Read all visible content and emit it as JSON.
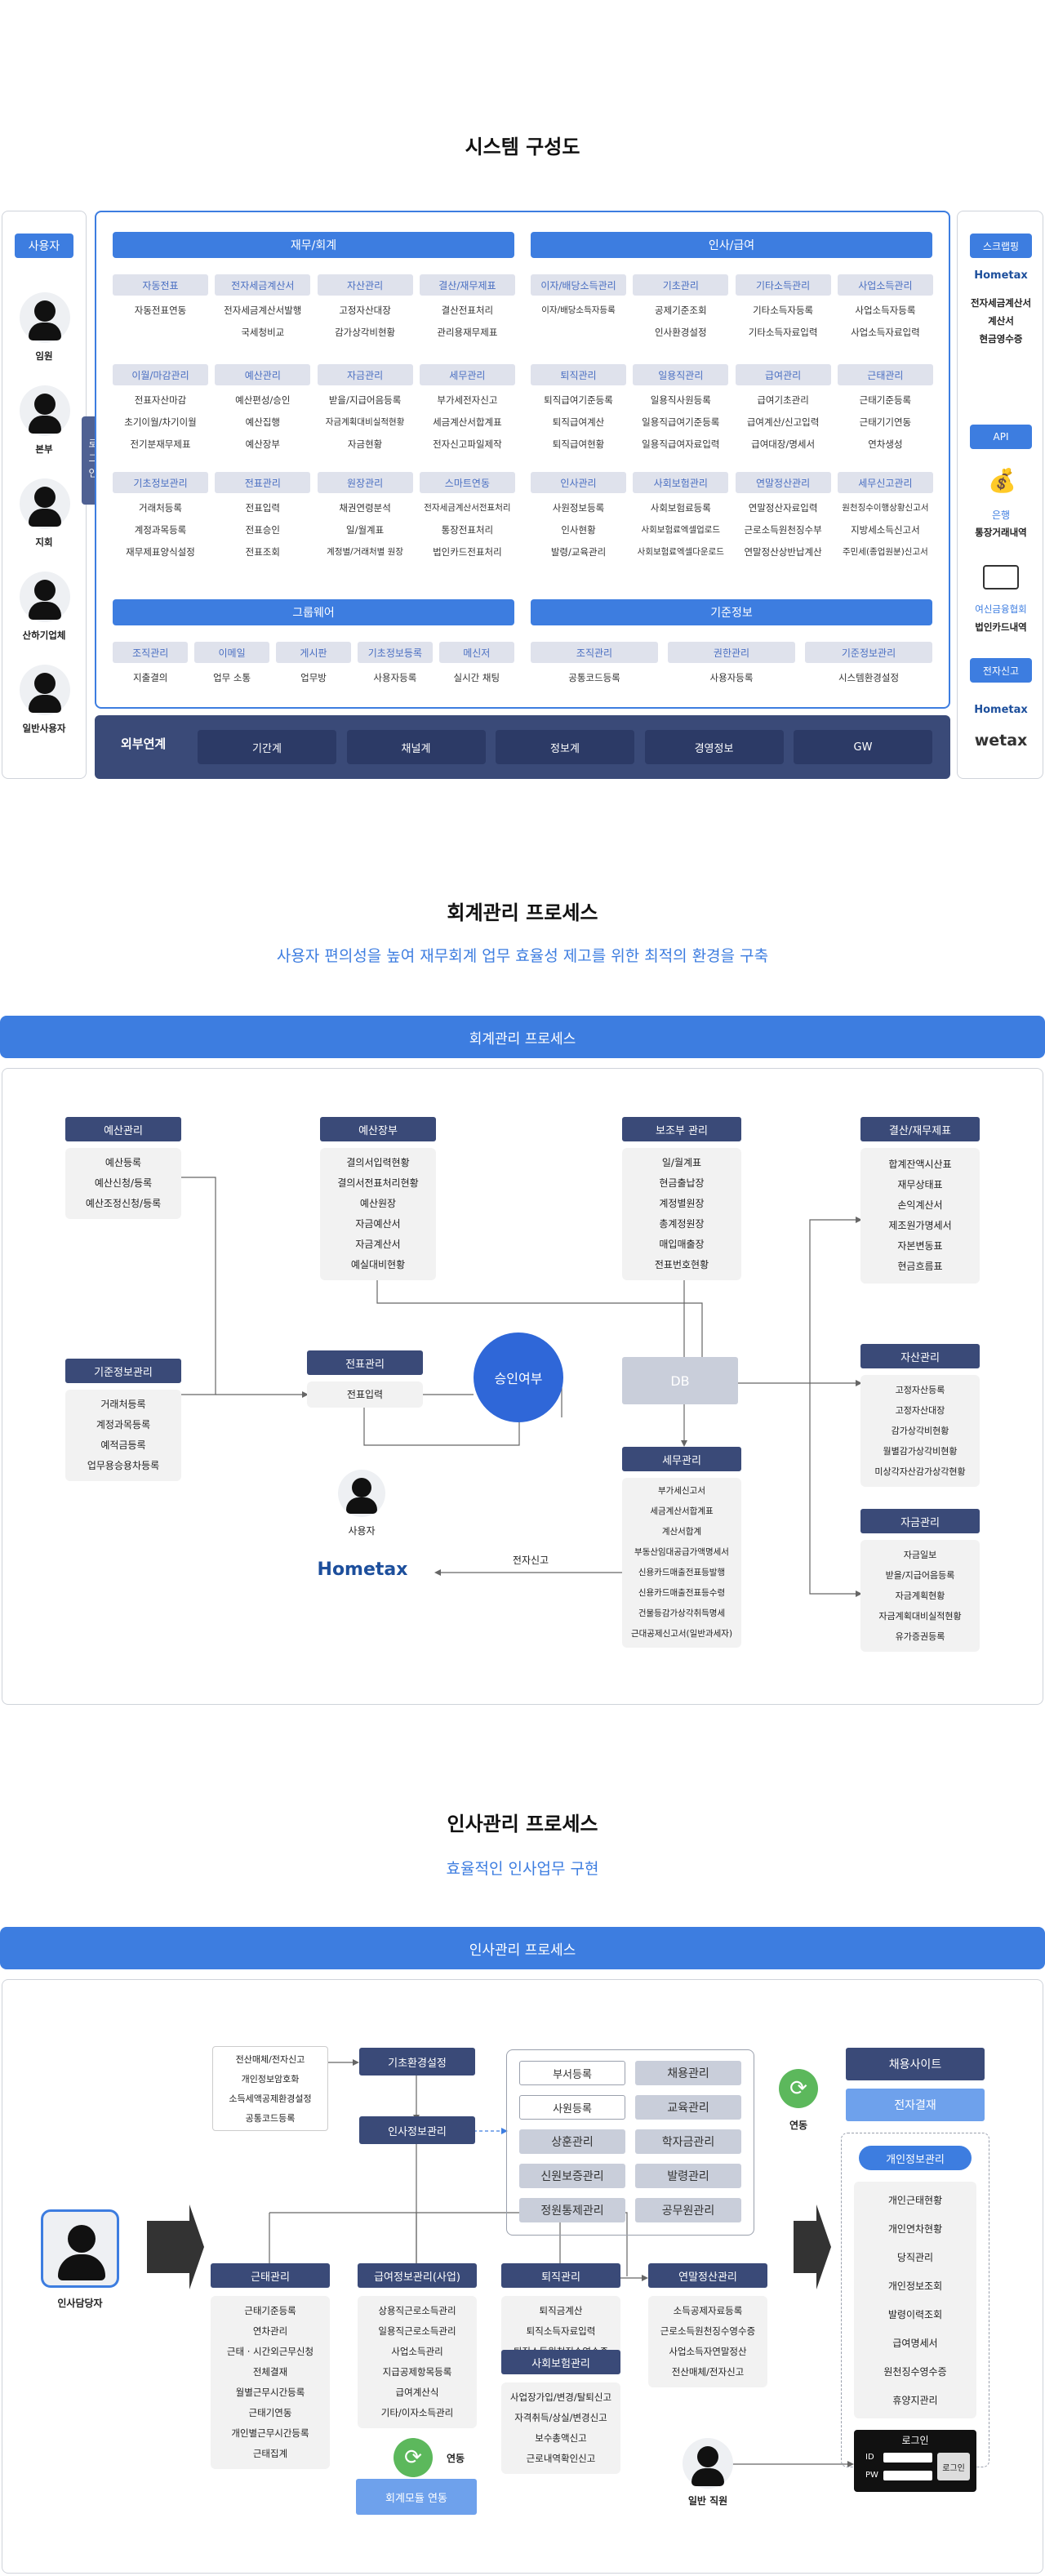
{
  "sys": {
    "title": "시스템 구성도",
    "users_hdr": "사용자",
    "users": [
      "임원",
      "본부",
      "지회",
      "산하기업체",
      "일반사용자"
    ],
    "login": "로그인",
    "acct": {
      "hdr": "재무/회계",
      "cols": [
        {
          "name": "자동전표",
          "items": [
            "자동전표연동"
          ]
        },
        {
          "name": "전자세금계산서",
          "items": [
            "전자세금계산서발행",
            "국세청비교"
          ]
        },
        {
          "name": "자산관리",
          "items": [
            "고정자산대장",
            "감가상각비현황"
          ]
        },
        {
          "name": "결산/재무제표",
          "items": [
            "결산전표처리",
            "관리용재무제표"
          ]
        },
        {
          "name": "이월/마감관리",
          "items": [
            "전표자산마감",
            "초기이월/차기이월",
            "전기분재무제표"
          ]
        },
        {
          "name": "예산관리",
          "items": [
            "예산편성/승인",
            "예산집행",
            "예산장부"
          ]
        },
        {
          "name": "자금관리",
          "items": [
            "받을/지급어음등록",
            "자금계획대비실적현황",
            "자금현황"
          ]
        },
        {
          "name": "세무관리",
          "items": [
            "부가세전자신고",
            "세금계산서합계표",
            "전자신고파일제작"
          ]
        },
        {
          "name": "기초정보관리",
          "items": [
            "거래처등록",
            "계정과목등록",
            "재무제표양식설정"
          ]
        },
        {
          "name": "전표관리",
          "items": [
            "전표입력",
            "전표승인",
            "전표조회"
          ]
        },
        {
          "name": "원장관리",
          "items": [
            "채권연령분석",
            "일/월계표",
            "계정별/거래처별 원장"
          ]
        },
        {
          "name": "스마트연동",
          "items": [
            "전자세금계산서전표처리",
            "통장전표처리",
            "법인카드전표처리"
          ]
        }
      ]
    },
    "hr": {
      "hdr": "인사/급여",
      "cols": [
        {
          "name": "이자/배당소득관리",
          "items": [
            "이자/배당소득자등록"
          ]
        },
        {
          "name": "기초관리",
          "items": [
            "공제기준조회",
            "인사환경설정"
          ]
        },
        {
          "name": "기타소득관리",
          "items": [
            "기타소득자등록",
            "기타소득자료입력"
          ]
        },
        {
          "name": "사업소득관리",
          "items": [
            "사업소득자등록",
            "사업소득자료입력"
          ]
        },
        {
          "name": "퇴직관리",
          "items": [
            "퇴직급여기준등록",
            "퇴직급여계산",
            "퇴직급여현황"
          ]
        },
        {
          "name": "일용직관리",
          "items": [
            "일용직사원등록",
            "일용직급여기준등록",
            "일용직급여자료입력"
          ]
        },
        {
          "name": "급여관리",
          "items": [
            "급여기초관리",
            "급여계산/신고입력",
            "급여대장/명세서"
          ]
        },
        {
          "name": "근태관리",
          "items": [
            "근태기준등록",
            "근태기기연동",
            "연차생성"
          ]
        },
        {
          "name": "인사관리",
          "items": [
            "사원정보등록",
            "인사현황",
            "발령/교육관리"
          ]
        },
        {
          "name": "사회보험관리",
          "items": [
            "사회보험료등록",
            "사회보험료엑셀업로드",
            "사회보험료엑셀다운로드"
          ]
        },
        {
          "name": "연말정산관리",
          "items": [
            "연말정산자료입력",
            "근로소득원천징수부",
            "연말정산상반납계산"
          ]
        },
        {
          "name": "세무신고관리",
          "items": [
            "원천징수이행상황신고서",
            "지방세소득신고서",
            "주민세(종업원분)신고서"
          ]
        }
      ]
    },
    "gw": {
      "hdr": "그룹웨어",
      "subs": [
        "조직관리",
        "이메일",
        "게시판",
        "기초정보등록",
        "메신저"
      ],
      "items": [
        "지출결의",
        "업무 소통",
        "업무방",
        "사용자등록",
        "실시간 채팅"
      ]
    },
    "base": {
      "hdr": "기준정보",
      "subs": [
        "조직관리",
        "권한관리",
        "기준정보관리"
      ],
      "items": [
        "공통코드등록",
        "사용자등록",
        "시스템환경설정"
      ]
    },
    "ext": {
      "label": "외부연계",
      "items": [
        "기간계",
        "채널계",
        "정보계",
        "경영정보",
        "GW"
      ]
    },
    "right": {
      "scrap": "스크랩핑",
      "hometax": "Hometax",
      "hometax_caption": [
        "전자세금계산서",
        "계산서",
        "현금영수증"
      ],
      "api": "API",
      "bank": "은행",
      "bank_caption": "통장거래내역",
      "card": "여신금융협회",
      "card_caption": "법인카드내역",
      "efile": "전자신고",
      "wetax": "wetax"
    }
  },
  "acctproc": {
    "title": "회계관리 프로세스",
    "subtitle": "사용자 편의성을 높여 재무회계 업무 효율성 제고를 위한 최적의 환경을 구축",
    "bar": "회계관리 프로세스",
    "budget": {
      "hdr": "예산관리",
      "items": [
        "예산등록",
        "예산신청/등록",
        "예산조정신청/등록"
      ]
    },
    "basic": {
      "hdr": "기준정보관리",
      "items": [
        "거래처등록",
        "계정과목등록",
        "예적금등록",
        "업무용승용차등록"
      ]
    },
    "budgetbook": {
      "hdr": "예산장부",
      "items": [
        "결의서입력현황",
        "결의서전표처리현황",
        "예산원장",
        "자금예산서",
        "자금계산서",
        "예실대비현황"
      ]
    },
    "slip": {
      "hdr": "전표관리",
      "item": "전표입력"
    },
    "approve": "승인여부",
    "db": "DB",
    "aux": {
      "hdr": "보조부 관리",
      "items": [
        "일/월계표",
        "현금출납장",
        "계정별원장",
        "총계정원장",
        "매입매출장",
        "전표번호현황"
      ]
    },
    "tax": {
      "hdr": "세무관리",
      "items": [
        "부가세신고서",
        "세금계산서합계표",
        "계산서합계",
        "부동산임대공급가액명세서",
        "신용카드매출전표등발행",
        "신용카드매출전표등수령",
        "건물등감가상각취득명세",
        "근대공제신고서(일반과세자)"
      ]
    },
    "closing": {
      "hdr": "결산/재무제표",
      "items": [
        "합계잔액시산표",
        "재무상태표",
        "손익계산서",
        "제조원가명세서",
        "자본변동표",
        "현금흐름표"
      ]
    },
    "asset": {
      "hdr": "자산관리",
      "items": [
        "고정자산등록",
        "고정자산대장",
        "감가상각비현황",
        "월별감가상각비현황",
        "미상각자산감가상각현황"
      ]
    },
    "fund": {
      "hdr": "자금관리",
      "items": [
        "자금일보",
        "받을/지급어음등록",
        "자금계획현황",
        "자금계획대비실적현황",
        "유가증권등록"
      ]
    },
    "user": "사용자",
    "efile": "전자신고",
    "hometax": "Hometax"
  },
  "hrproc": {
    "title": "인사관리 프로세스",
    "subtitle": "효율적인 인사업무 구현",
    "bar": "인사관리 프로세스",
    "env": {
      "items": [
        "전산매체/전자신고",
        "개인정보암호화",
        "소득세액공제환경설정",
        "공통코드등록"
      ]
    },
    "setup": "기초환경설정",
    "info": "인사정보관리",
    "grid": [
      [
        "부서등록",
        "채용관리"
      ],
      [
        "사원등록",
        "교육관리"
      ],
      [
        "상훈관리",
        "학자금관리"
      ],
      [
        "신원보증관리",
        "발령관리"
      ],
      [
        "정원통제관리",
        "공무원관리"
      ]
    ],
    "link": "연동",
    "recruit": "채용사이트",
    "esign": "전자결재",
    "personal": {
      "hdr": "개인정보관리",
      "items": [
        "개인근태현황",
        "개인연차현황",
        "당직관리",
        "개인정보조회",
        "발령이력조회",
        "급여명세서",
        "원천징수영수증",
        "휴양지관리"
      ]
    },
    "login": {
      "title": "로그인",
      "id": "ID",
      "pw": "PW",
      "btn": "로그인"
    },
    "manager": "인사담당자",
    "general": "일반 직원",
    "attend": {
      "hdr": "근태관리",
      "items": [
        "근태기준등록",
        "연차관리",
        "근태 · 시간외근무신청",
        "전체결재",
        "월별근무시간등록",
        "근태기연동",
        "개인별근무시간등록",
        "근태집계"
      ]
    },
    "pay": {
      "hdr": "급여정보관리(사업)",
      "items": [
        "상용직근로소득관리",
        "일용직근로소득관리",
        "사업소득관리",
        "지급공제항목등록",
        "급여계산식",
        "기타/이자소득관리"
      ]
    },
    "retire": {
      "hdr": "퇴직관리",
      "items": [
        "퇴직금계산",
        "퇴직소득자료입력",
        "퇴직소득원천징수영수증"
      ]
    },
    "insurance": {
      "hdr": "사회보험관리",
      "items": [
        "사업장가입/변경/탈퇴신고",
        "자격취득/상실/변경신고",
        "보수총액신고",
        "근로내역확인신고"
      ]
    },
    "year": {
      "hdr": "연말정산관리",
      "items": [
        "소득공제자료등록",
        "근로소득원천징수영수증",
        "사업소득자연말정산",
        "전산매체/전자신고"
      ]
    },
    "module": "회계모듈 연동"
  }
}
